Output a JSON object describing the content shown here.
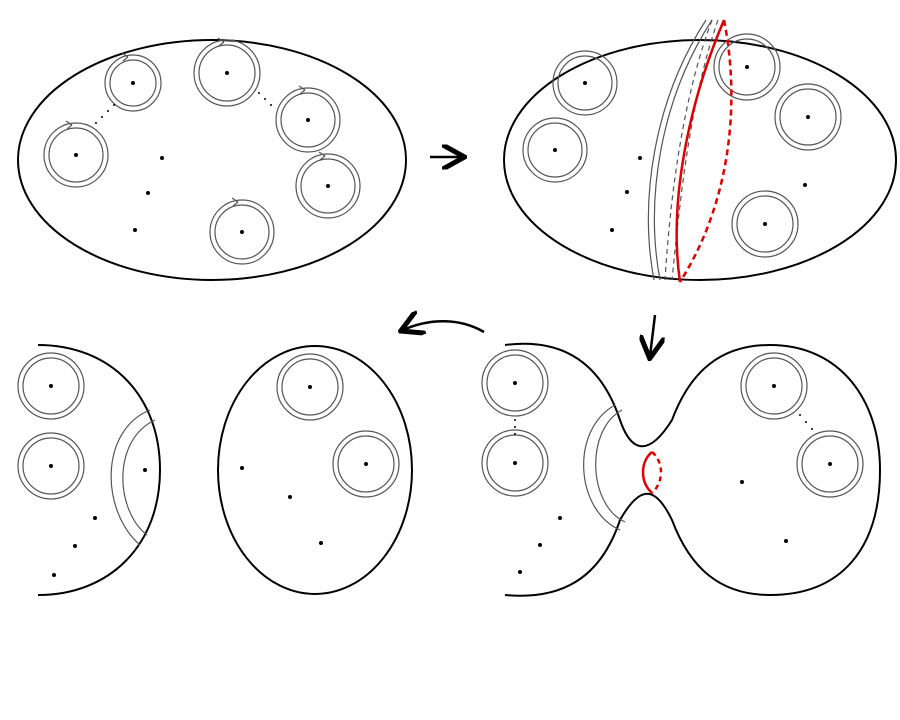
{
  "figure": {
    "background": "#ffffff",
    "stroke_color": "#000000",
    "accent_color": "#e00000",
    "loop_color": "#555555",
    "panels": [
      {
        "id": "panel-initial",
        "description_icon": "disk-with-punctures"
      },
      {
        "id": "panel-cut-curve",
        "description_icon": "disk-with-red-curve"
      },
      {
        "id": "panel-pinched",
        "description_icon": "pinched-surface"
      },
      {
        "id": "panel-split",
        "description_icon": "two-pieces"
      }
    ],
    "arrows": [
      {
        "id": "arrow-right",
        "icon": "arrow-right-icon"
      },
      {
        "id": "arrow-down",
        "icon": "arrow-down-icon"
      },
      {
        "id": "arrow-curved-left",
        "icon": "curved-arrow-left-icon"
      }
    ]
  }
}
